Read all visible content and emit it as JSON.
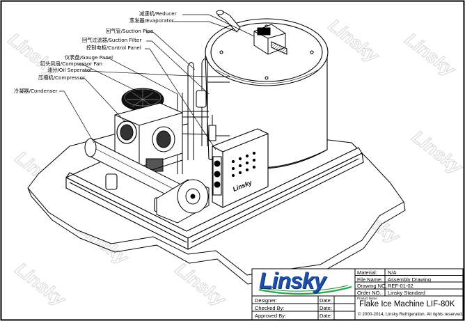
{
  "callouts": [
    {
      "id": "reducer",
      "text": "减速机/Reducer"
    },
    {
      "id": "evaporator",
      "text": "蒸发器/Evaporator"
    },
    {
      "id": "suction_pipe",
      "text": "回气管/Suction Pipe"
    },
    {
      "id": "suction_filter",
      "text": "回气过滤器/Suction Filter"
    },
    {
      "id": "control_panel",
      "text": "控制电柜/Control Panel"
    },
    {
      "id": "gauge_panel",
      "text": "仪表盘/Gauge Panel"
    },
    {
      "id": "compressor_fan",
      "text": "缸头风扇/Compressor Fan"
    },
    {
      "id": "oil_separator",
      "text": "油分/Oil Seperator"
    },
    {
      "id": "compressor",
      "text": "压缩机/Compressor"
    },
    {
      "id": "condenser",
      "text": "冷凝器/Condenser"
    }
  ],
  "logo": {
    "text": "Linsky"
  },
  "title_block": {
    "material_label": "Material:",
    "material_value": "N/A",
    "file_name_label": "File Name:",
    "file_name_value": "Assembly Drawing",
    "drawing_no_label": "Drawing NO.",
    "drawing_no_value": "REF-01-02",
    "order_no_label": "Order NO.",
    "order_no_value": "Linsky Standard",
    "designer_label": "Designer:",
    "checked_label": "Checked By:",
    "approved_label": "Approved By:",
    "date_label": "Date:",
    "product_name_label": "Product Name",
    "product_name": "Flake Ice Machine LIF-80K",
    "copyright": "© 2000-2014, Linsky Refrigeration. All rights reserved."
  }
}
